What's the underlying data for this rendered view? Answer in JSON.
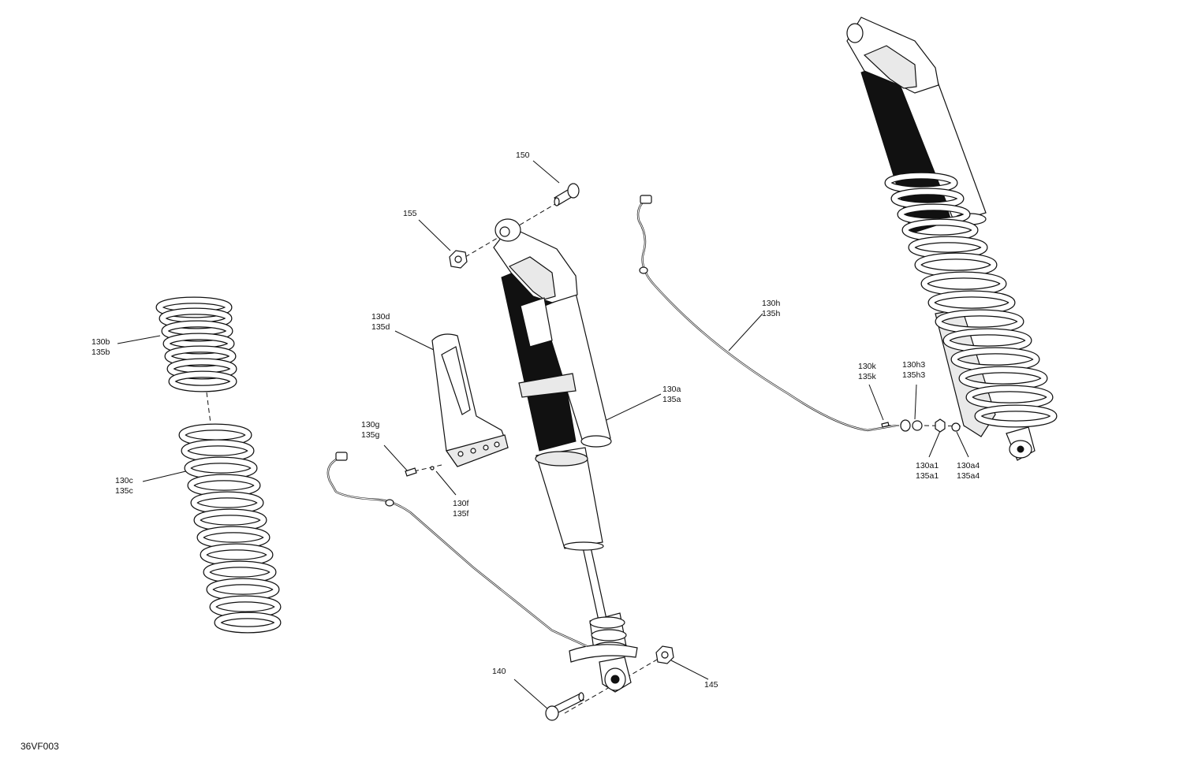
{
  "diagram": {
    "reference_code": "36VF003",
    "callouts": [
      {
        "id": "150",
        "lines": [
          "150"
        ]
      },
      {
        "id": "155",
        "lines": [
          "155"
        ]
      },
      {
        "id": "130d",
        "lines": [
          "130d",
          "135d"
        ]
      },
      {
        "id": "130b",
        "lines": [
          "130b",
          "135b"
        ]
      },
      {
        "id": "130a",
        "lines": [
          "130a",
          "135a"
        ]
      },
      {
        "id": "130h",
        "lines": [
          "130h",
          "135h"
        ]
      },
      {
        "id": "130k",
        "lines": [
          "130k",
          "135k"
        ]
      },
      {
        "id": "130h3",
        "lines": [
          "130h3",
          "135h3"
        ]
      },
      {
        "id": "130g",
        "lines": [
          "130g",
          "135g"
        ]
      },
      {
        "id": "130c",
        "lines": [
          "130c",
          "135c"
        ]
      },
      {
        "id": "130f",
        "lines": [
          "130f",
          "135f"
        ]
      },
      {
        "id": "130a1",
        "lines": [
          "130a1",
          "135a1"
        ]
      },
      {
        "id": "130a4",
        "lines": [
          "130a4",
          "135a4"
        ]
      },
      {
        "id": "140",
        "lines": [
          "140"
        ]
      },
      {
        "id": "145",
        "lines": [
          "145"
        ]
      }
    ]
  }
}
